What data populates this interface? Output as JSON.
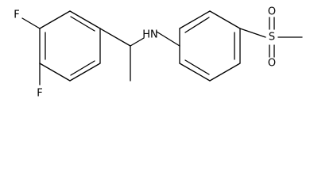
{
  "molecule": {
    "atom_labels": {
      "fluorine_para": "F",
      "fluorine_meta": "F",
      "amine": "HN",
      "sulfur": "S",
      "oxygen_top": "O",
      "oxygen_bottom": "O"
    }
  }
}
